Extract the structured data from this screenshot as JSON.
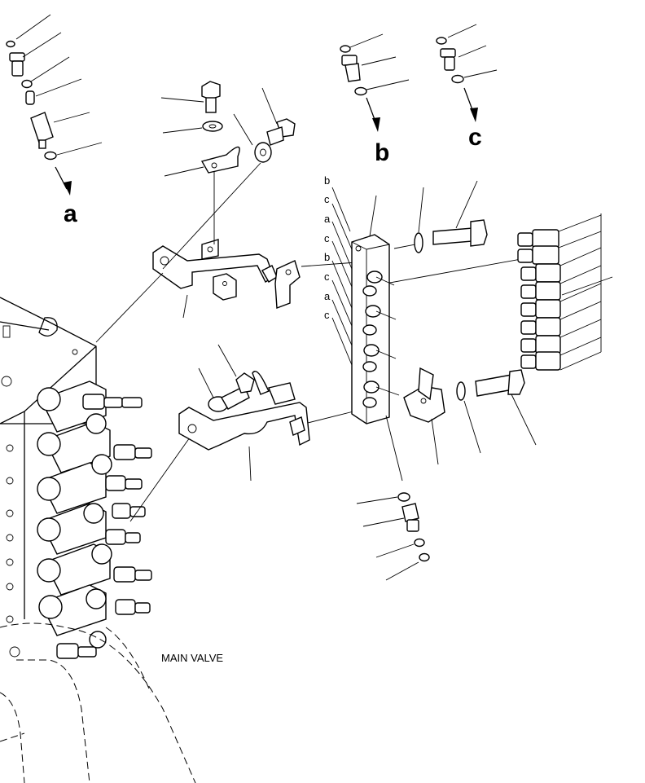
{
  "labels": {
    "main_valve": "MAIN VALVE",
    "ref_a": "a",
    "ref_b": "b",
    "ref_c": "c"
  },
  "port_letters": [
    "b",
    "c",
    "a",
    "c",
    "b",
    "c",
    "a",
    "c"
  ]
}
